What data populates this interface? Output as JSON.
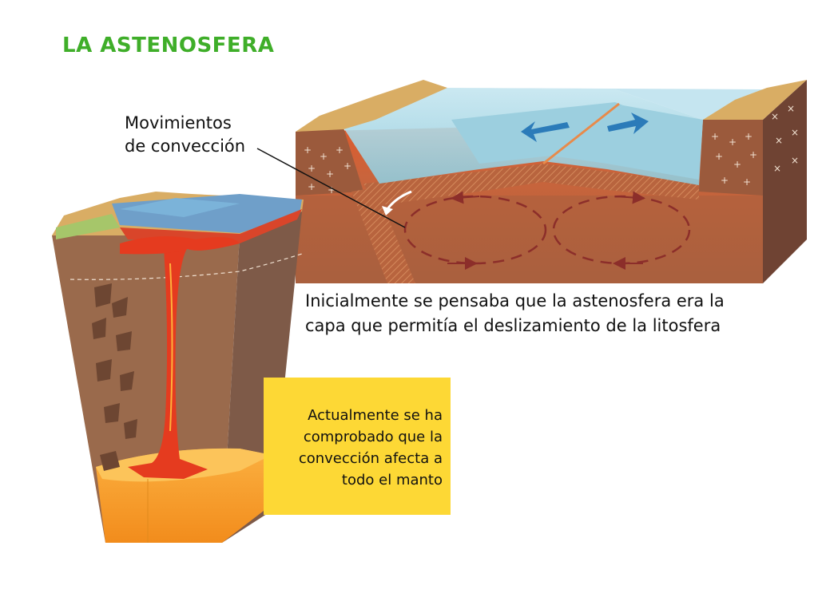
{
  "title": "LA ASTENOSFERA",
  "labels": {
    "conveccion_line1": "Movimientos",
    "conveccion_line2": "de convección",
    "inicial_line1": "Inicialmente se pensaba que la astenosfera era la",
    "inicial_line2": "capa que permitía el deslizamiento de la litosfera",
    "actual_line1": "Actualmente se ha",
    "actual_line2": "comprobado que la",
    "actual_line3": "convección afecta a",
    "actual_line4": "todo el manto"
  },
  "colors": {
    "title": "#3fae29",
    "note_background": "#fdd835",
    "ocean": "#a9d8e6",
    "lithosphere": "#9b5a3c",
    "asthenosphere": "#c9643c",
    "convection_arrows": "#8c2e2a",
    "core": "#f5a623",
    "plume": "#e53b1f",
    "plate_arrows": "#2b7bb9"
  }
}
